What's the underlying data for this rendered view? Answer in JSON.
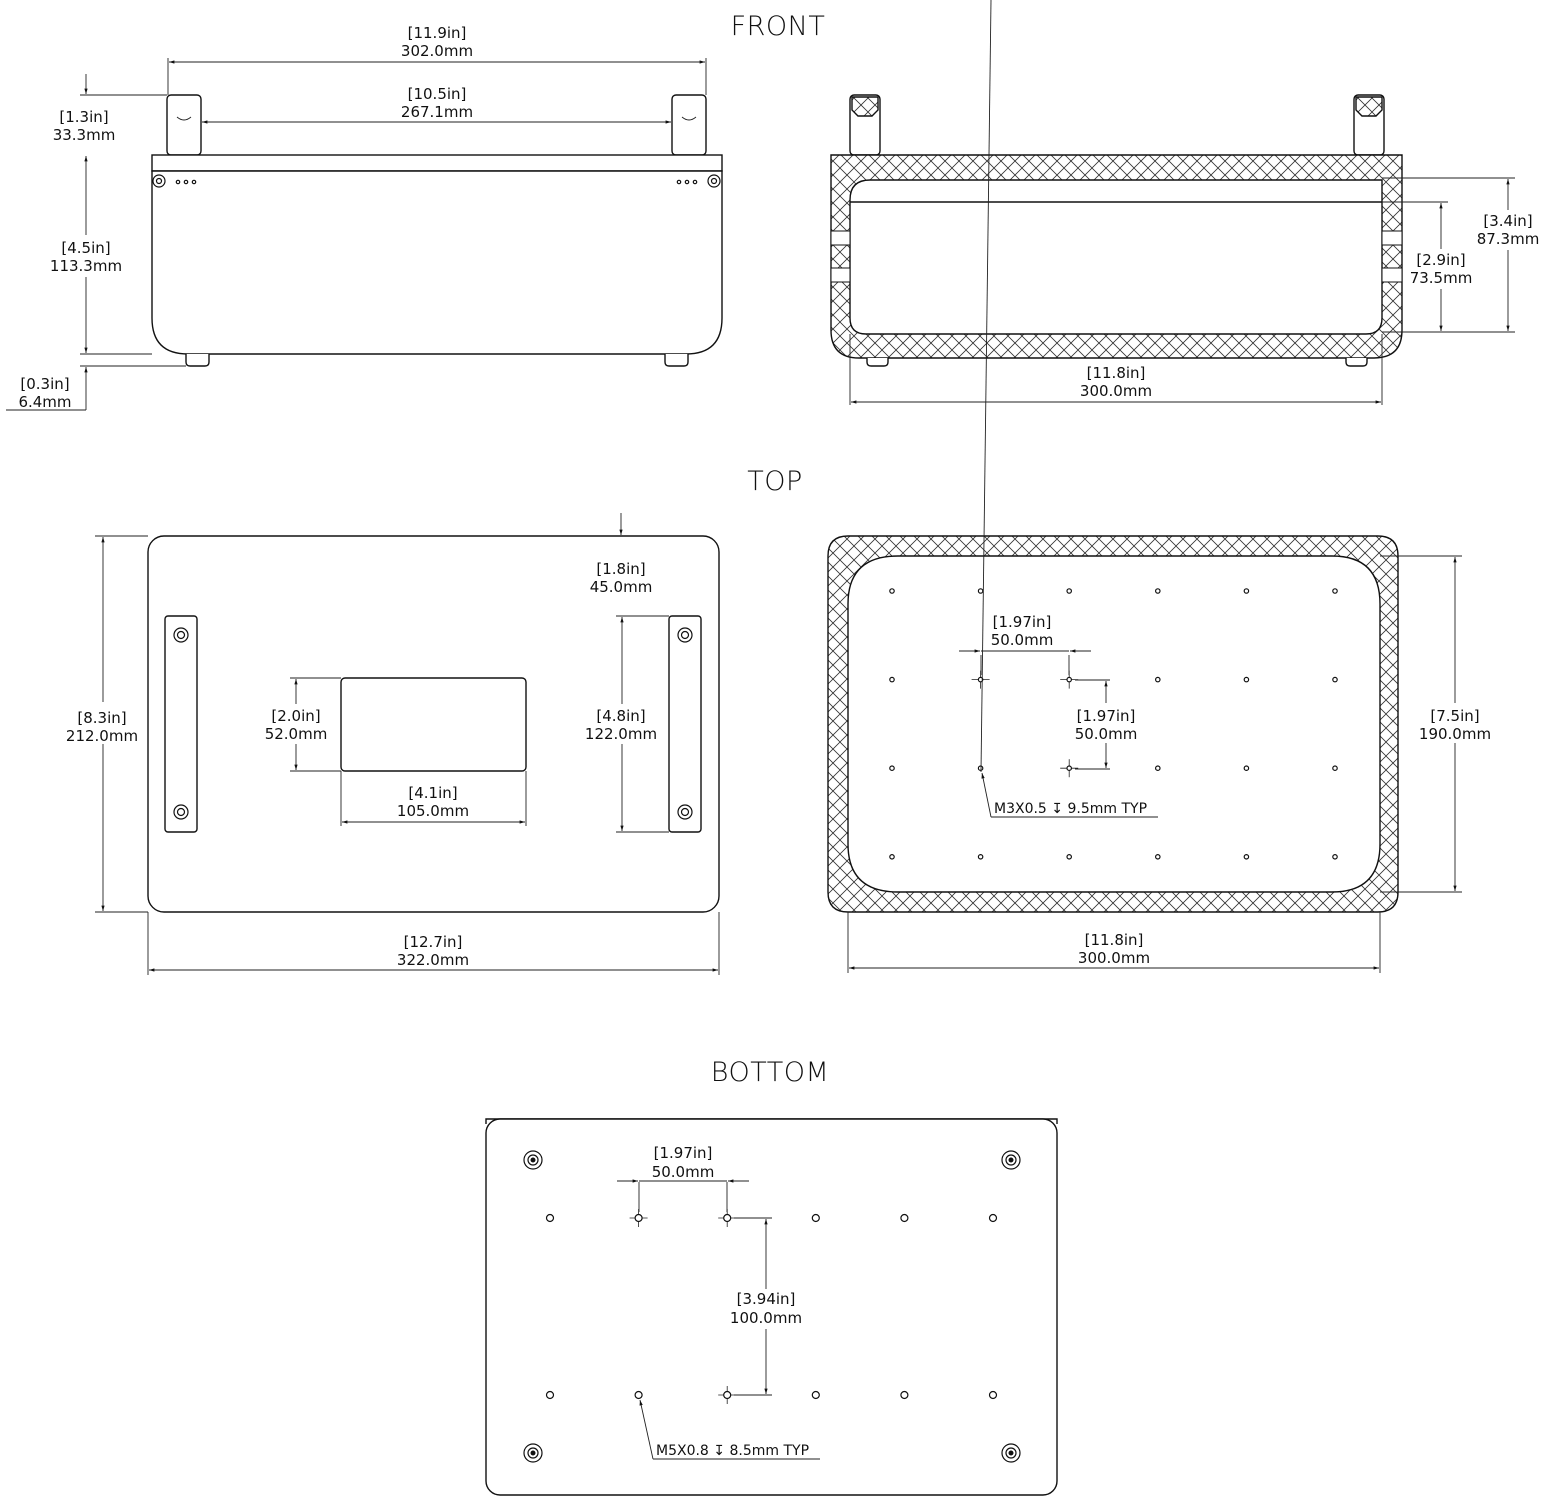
{
  "views": {
    "front": {
      "title": "FRONT",
      "left_dims": {
        "overall_width": {
          "in": "[11.9in]",
          "mm": "302.0mm"
        },
        "handle_span": {
          "in": "[10.5in]",
          "mm": "267.1mm"
        },
        "handle_height": {
          "in": "[1.3in]",
          "mm": "33.3mm"
        },
        "body_height": {
          "in": "[4.5in]",
          "mm": "113.3mm"
        },
        "foot_height": {
          "in": "[0.3in]",
          "mm": "6.4mm"
        }
      },
      "section_dims": {
        "inner_width": {
          "in": "[11.8in]",
          "mm": "300.0mm"
        },
        "inner_depth_total": {
          "in": "[3.4in]",
          "mm": "87.3mm"
        },
        "inner_depth_tray": {
          "in": "[2.9in]",
          "mm": "73.5mm"
        }
      }
    },
    "top": {
      "title": "TOP",
      "left_dims": {
        "overall_height": {
          "in": "[8.3in]",
          "mm": "212.0mm"
        },
        "overall_width": {
          "in": "[12.7in]",
          "mm": "322.0mm"
        },
        "handle_offset": {
          "in": "[1.8in]",
          "mm": "45.0mm"
        },
        "handle_length": {
          "in": "[4.8in]",
          "mm": "122.0mm"
        },
        "window_height": {
          "in": "[2.0in]",
          "mm": "52.0mm"
        },
        "window_width": {
          "in": "[4.1in]",
          "mm": "105.0mm"
        }
      },
      "section_dims": {
        "inner_width": {
          "in": "[11.8in]",
          "mm": "300.0mm"
        },
        "inner_height": {
          "in": "[7.5in]",
          "mm": "190.0mm"
        },
        "hole_pitch_x": {
          "in": "[1.97in]",
          "mm": "50.0mm"
        },
        "hole_pitch_y": {
          "in": "[1.97in]",
          "mm": "50.0mm"
        },
        "hole_callout": "M3X0.5 ↧ 9.5mm TYP"
      },
      "hole_grid": {
        "columns": 6,
        "rows": 4
      }
    },
    "bottom": {
      "title": "BOTTOM",
      "dims": {
        "hole_pitch_x": {
          "in": "[1.97in]",
          "mm": "50.0mm"
        },
        "hole_pitch_y": {
          "in": "[3.94in]",
          "mm": "100.0mm"
        },
        "hole_callout": "M5X0.8 ↧ 8.5mm TYP"
      },
      "hole_grid": {
        "columns": 6,
        "rows": 2
      }
    }
  }
}
